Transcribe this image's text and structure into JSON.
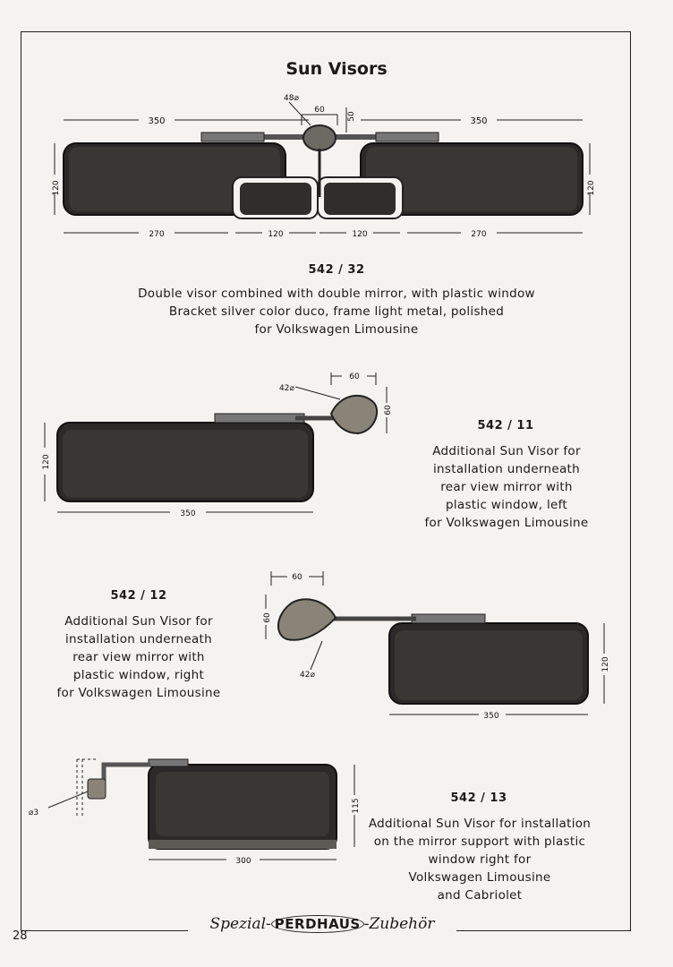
{
  "page": {
    "title": "Sun Visors",
    "page_number": "28"
  },
  "items": [
    {
      "code": "542 / 32",
      "lines": [
        "Double visor combined with double mirror, with plastic window",
        "Bracket silver color duco, frame light metal, polished",
        "for Volkswagen Limousine"
      ],
      "dims": {
        "width_left": "350",
        "width_right": "350",
        "height_left": "120",
        "height_right": "120",
        "lower_left": "270",
        "mirror_left": "120",
        "mirror_right": "120",
        "lower_right": "270",
        "bracket_w": "60",
        "bracket_h": "50",
        "diameter": "48⌀"
      }
    },
    {
      "code": "542 / 11",
      "lines": [
        "Additional Sun Visor for",
        "installation underneath",
        "rear view mirror with",
        "plastic window, left",
        "for Volkswagen Limousine"
      ],
      "dims": {
        "width": "350",
        "height": "120",
        "bracket_w": "60",
        "bracket_h": "60",
        "diameter": "42⌀"
      }
    },
    {
      "code": "542 / 12",
      "lines": [
        "Additional Sun Visor for",
        "installation underneath",
        "rear view mirror with",
        "plastic window, right",
        "for Volkswagen Limousine"
      ],
      "dims": {
        "width": "350",
        "height": "120",
        "bracket_w": "60",
        "bracket_h": "60",
        "diameter": "42⌀"
      }
    },
    {
      "code": "542 / 13",
      "lines": [
        "Additional Sun Visor for installation",
        "on the mirror support with plastic",
        "window right for",
        "Volkswagen Limousine",
        "and Cabriolet"
      ],
      "dims": {
        "width": "300",
        "height": "115",
        "diameter": "⌀3"
      }
    }
  ],
  "footer": {
    "left": "Spezial-",
    "brand": "PERDHAUS",
    "right": "-Zubehör"
  }
}
